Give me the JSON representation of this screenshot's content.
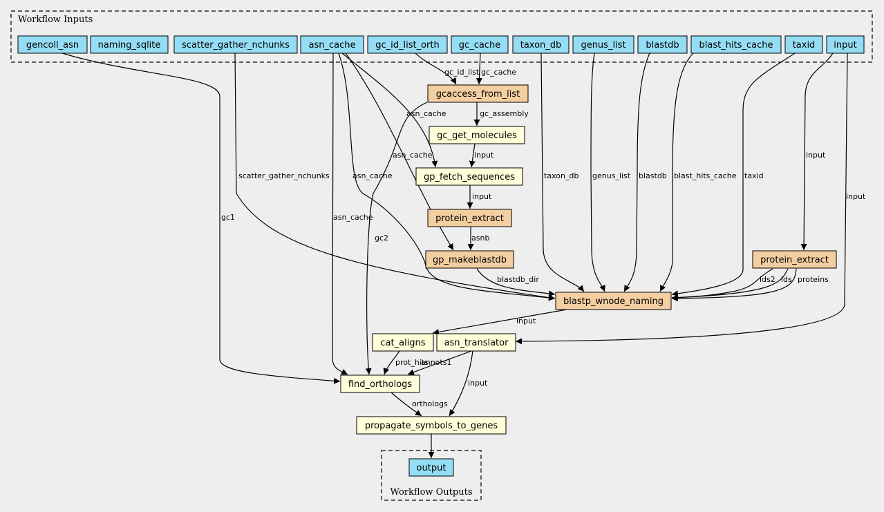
{
  "colors": {
    "background": "#eeeeee",
    "input_node": "#94ddf4",
    "tool_node": "#f3cea1",
    "expression_node": "#ffffd9",
    "output_node": "#94ddf4"
  },
  "clusters": {
    "inputs": "Workflow Inputs",
    "outputs": "Workflow Outputs"
  },
  "nodes": {
    "gencoll_asn": {
      "label": "gencoll_asn",
      "kind": "input"
    },
    "naming_sqlite": {
      "label": "naming_sqlite",
      "kind": "input"
    },
    "scatter_gather_nchunks": {
      "label": "scatter_gather_nchunks",
      "kind": "input"
    },
    "asn_cache": {
      "label": "asn_cache",
      "kind": "input"
    },
    "gc_id_list_orth": {
      "label": "gc_id_list_orth",
      "kind": "input"
    },
    "gc_cache": {
      "label": "gc_cache",
      "kind": "input"
    },
    "taxon_db": {
      "label": "taxon_db",
      "kind": "input"
    },
    "genus_list": {
      "label": "genus_list",
      "kind": "input"
    },
    "blastdb": {
      "label": "blastdb",
      "kind": "input"
    },
    "blast_hits_cache": {
      "label": "blast_hits_cache",
      "kind": "input"
    },
    "taxid": {
      "label": "taxid",
      "kind": "input"
    },
    "input": {
      "label": "input",
      "kind": "input"
    },
    "gcaccess_from_list": {
      "label": "gcaccess_from_list",
      "kind": "tool"
    },
    "gc_get_molecules": {
      "label": "gc_get_molecules",
      "kind": "expression"
    },
    "gp_fetch_sequences": {
      "label": "gp_fetch_sequences",
      "kind": "expression"
    },
    "protein_extract_1": {
      "label": "protein_extract",
      "kind": "tool"
    },
    "gp_makeblastdb": {
      "label": "gp_makeblastdb",
      "kind": "tool"
    },
    "protein_extract_2": {
      "label": "protein_extract",
      "kind": "tool"
    },
    "blastp_wnode_naming": {
      "label": "blastp_wnode_naming",
      "kind": "tool"
    },
    "cat_aligns": {
      "label": "cat_aligns",
      "kind": "expression"
    },
    "asn_translator": {
      "label": "asn_translator",
      "kind": "expression"
    },
    "find_orthologs": {
      "label": "find_orthologs",
      "kind": "expression"
    },
    "propagate_symbols_to_genes": {
      "label": "propagate_symbols_to_genes",
      "kind": "expression"
    },
    "output": {
      "label": "output",
      "kind": "output"
    }
  },
  "edges": [
    {
      "from": "gc_id_list_orth",
      "to": "gcaccess_from_list",
      "label": "gc_id_list"
    },
    {
      "from": "gc_cache",
      "to": "gcaccess_from_list",
      "label": "gc_cache"
    },
    {
      "from": "gcaccess_from_list",
      "to": "gc_get_molecules",
      "label": "gc_assembly"
    },
    {
      "from": "asn_cache",
      "to": "gp_fetch_sequences",
      "label": "asn_cache"
    },
    {
      "from": "gc_get_molecules",
      "to": "gp_fetch_sequences",
      "label": "input"
    },
    {
      "from": "gp_fetch_sequences",
      "to": "protein_extract_1",
      "label": "input"
    },
    {
      "from": "protein_extract_1",
      "to": "gp_makeblastdb",
      "label": "asnb"
    },
    {
      "from": "asn_cache",
      "to": "gp_makeblastdb",
      "label": "asn_cache"
    },
    {
      "from": "asn_cache",
      "to": "blastp_wnode_naming",
      "label": "asn_cache"
    },
    {
      "from": "scatter_gather_nchunks",
      "to": "blastp_wnode_naming",
      "label": "scatter_gather_nchunks"
    },
    {
      "from": "gp_makeblastdb",
      "to": "blastp_wnode_naming",
      "label": "blastdb_dir"
    },
    {
      "from": "taxon_db",
      "to": "blastp_wnode_naming",
      "label": "taxon_db"
    },
    {
      "from": "genus_list",
      "to": "blastp_wnode_naming",
      "label": "genus_list"
    },
    {
      "from": "blastdb",
      "to": "blastp_wnode_naming",
      "label": "blastdb"
    },
    {
      "from": "blast_hits_cache",
      "to": "blastp_wnode_naming",
      "label": "blast_hits_cache"
    },
    {
      "from": "taxid",
      "to": "blastp_wnode_naming",
      "label": "taxid"
    },
    {
      "from": "input",
      "to": "protein_extract_2",
      "label": "input"
    },
    {
      "from": "protein_extract_2",
      "to": "blastp_wnode_naming",
      "label": "lds2"
    },
    {
      "from": "protein_extract_2",
      "to": "blastp_wnode_naming",
      "label": "lds"
    },
    {
      "from": "protein_extract_2",
      "to": "blastp_wnode_naming",
      "label": "proteins"
    },
    {
      "from": "blastp_wnode_naming",
      "to": "cat_aligns",
      "label": "input"
    },
    {
      "from": "input",
      "to": "asn_translator",
      "label": "input"
    },
    {
      "from": "gencoll_asn",
      "to": "find_orthologs",
      "label": "gc1"
    },
    {
      "from": "gcaccess_from_list",
      "to": "find_orthologs",
      "label": "gc2"
    },
    {
      "from": "asn_cache",
      "to": "find_orthologs",
      "label": "asn_cache"
    },
    {
      "from": "cat_aligns",
      "to": "find_orthologs",
      "label": "prot_hits"
    },
    {
      "from": "asn_translator",
      "to": "find_orthologs",
      "label": "annots1"
    },
    {
      "from": "find_orthologs",
      "to": "propagate_symbols_to_genes",
      "label": "orthologs"
    },
    {
      "from": "asn_translator",
      "to": "propagate_symbols_to_genes",
      "label": "input"
    },
    {
      "from": "propagate_symbols_to_genes",
      "to": "output",
      "label": ""
    }
  ]
}
